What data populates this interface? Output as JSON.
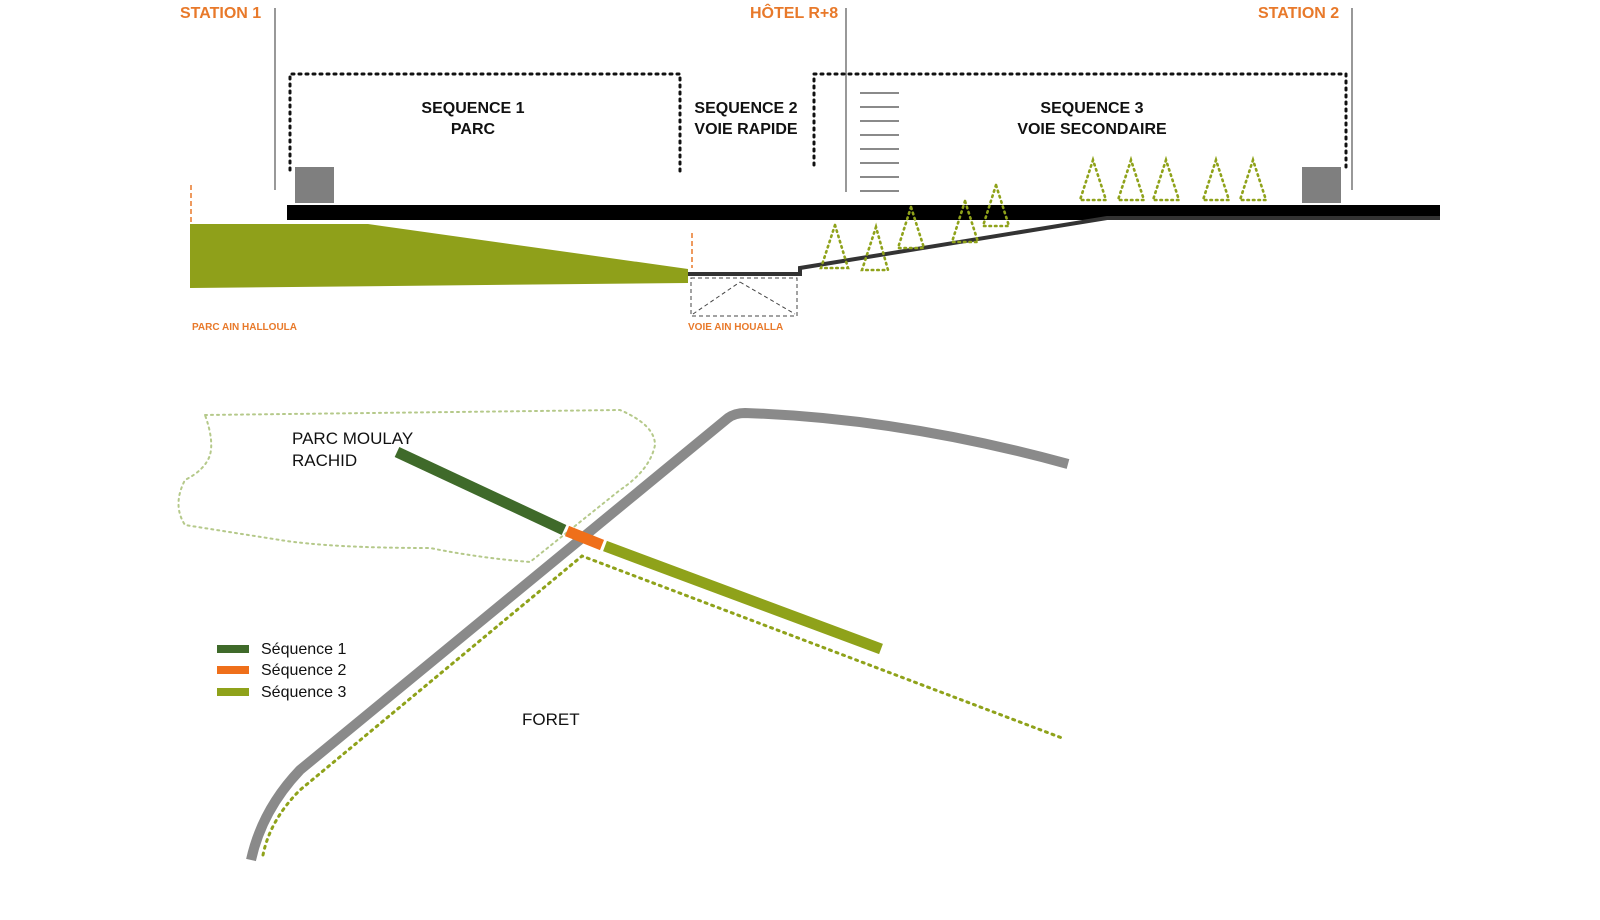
{
  "colors": {
    "orange": "#e8792a",
    "seq1_green": "#3f6a2a",
    "seq2_orange": "#ef6f1a",
    "seq3_olive": "#8fa21a",
    "park_fill": "#8fa01a",
    "road_gray": "#8a8a8a",
    "block_gray": "#7f7f7f",
    "black": "#000000"
  },
  "section": {
    "station1": "STATION 1",
    "hotel": "HÔTEL R+8",
    "station2": "STATION 2",
    "seq1": {
      "line1": "SEQUENCE 1",
      "line2": "PARC"
    },
    "seq2": {
      "line1": "SEQUENCE 2",
      "line2": "VOIE RAPIDE"
    },
    "seq3": {
      "line1": "SEQUENCE 3",
      "line2": "VOIE SECONDAIRE"
    },
    "parc_ain_halloula": "PARC  AIN HALLOULA",
    "voie_ain_houalla": "VOIE AIN HOUALLA"
  },
  "map": {
    "parc_line1": "PARC MOULAY",
    "parc_line2": "RACHID",
    "foret": "FORET",
    "legend": [
      {
        "label": "Séquence 1",
        "color": "#3f6a2a"
      },
      {
        "label": "Séquence 2",
        "color": "#ef6f1a"
      },
      {
        "label": "Séquence 3",
        "color": "#8fa21a"
      }
    ]
  }
}
